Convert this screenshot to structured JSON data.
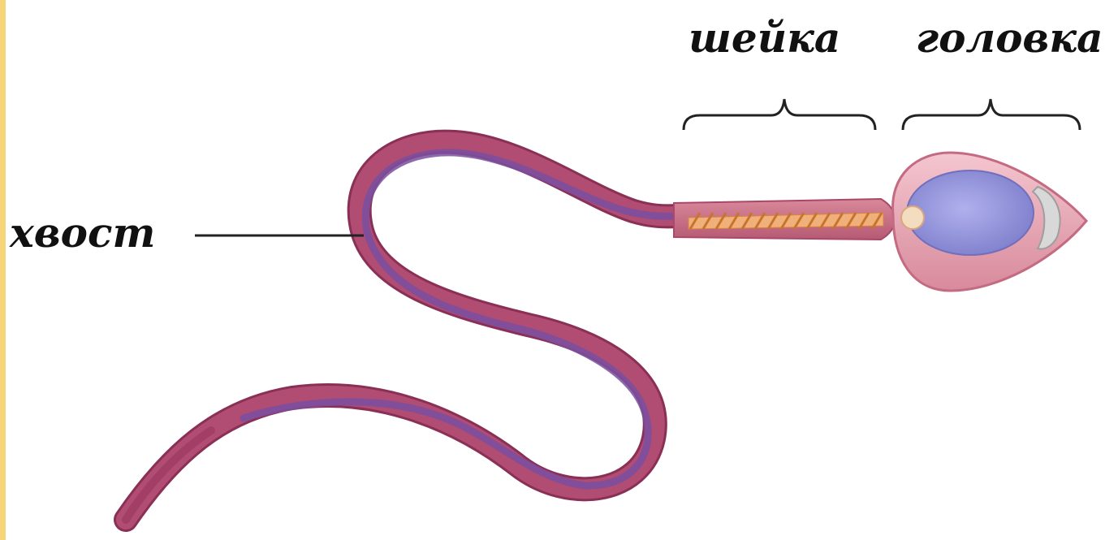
{
  "diagram": {
    "labels": {
      "tail": "хвост",
      "neck": "шейка",
      "head": "головка"
    },
    "colors": {
      "body": "#b14c73",
      "body_dark": "#8a2f55",
      "tail_core": "#7a4fa0",
      "neck_coil": "#e59a5c",
      "head_outer": "#e8aab6",
      "nucleus": "#8f8fd8",
      "acrosome": "#c9c9c9",
      "background": "#ffffff",
      "side_strip": "#f7d57a"
    },
    "icons": {
      "organism": "sperm-cell-icon"
    }
  }
}
